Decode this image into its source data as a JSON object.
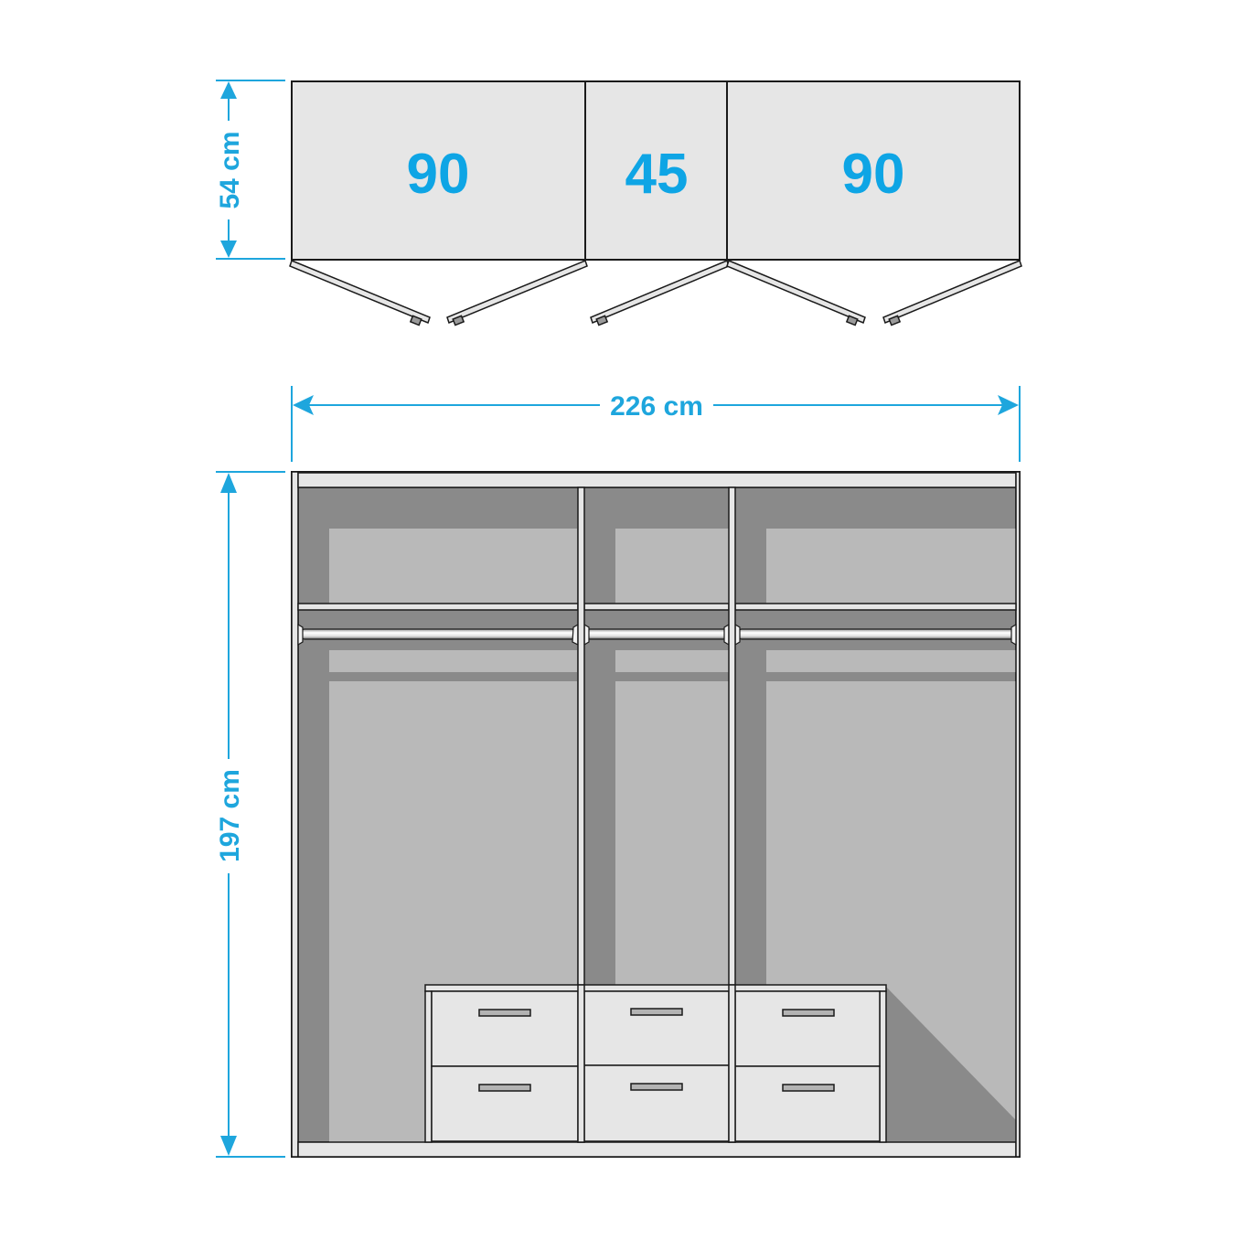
{
  "colors": {
    "accent": "#1ea6dd",
    "outline": "#1a1a1a",
    "panel": "#e6e6e6",
    "interior_dark": "#8a8a8a",
    "interior_light": "#b9b9b9",
    "handle": "#b3b3b3"
  },
  "top_view": {
    "depth_label": "54 cm",
    "sections": [
      {
        "label": "90",
        "width_cm": 90
      },
      {
        "label": "45",
        "width_cm": 45
      },
      {
        "label": "90",
        "width_cm": 90
      }
    ],
    "door_count": 5
  },
  "front_view": {
    "width_label": "226 cm",
    "height_label": "197 cm",
    "compartments": 3,
    "hanging_rails": 3,
    "shelves": 3,
    "drawers": {
      "columns": 3,
      "rows": 2
    }
  }
}
